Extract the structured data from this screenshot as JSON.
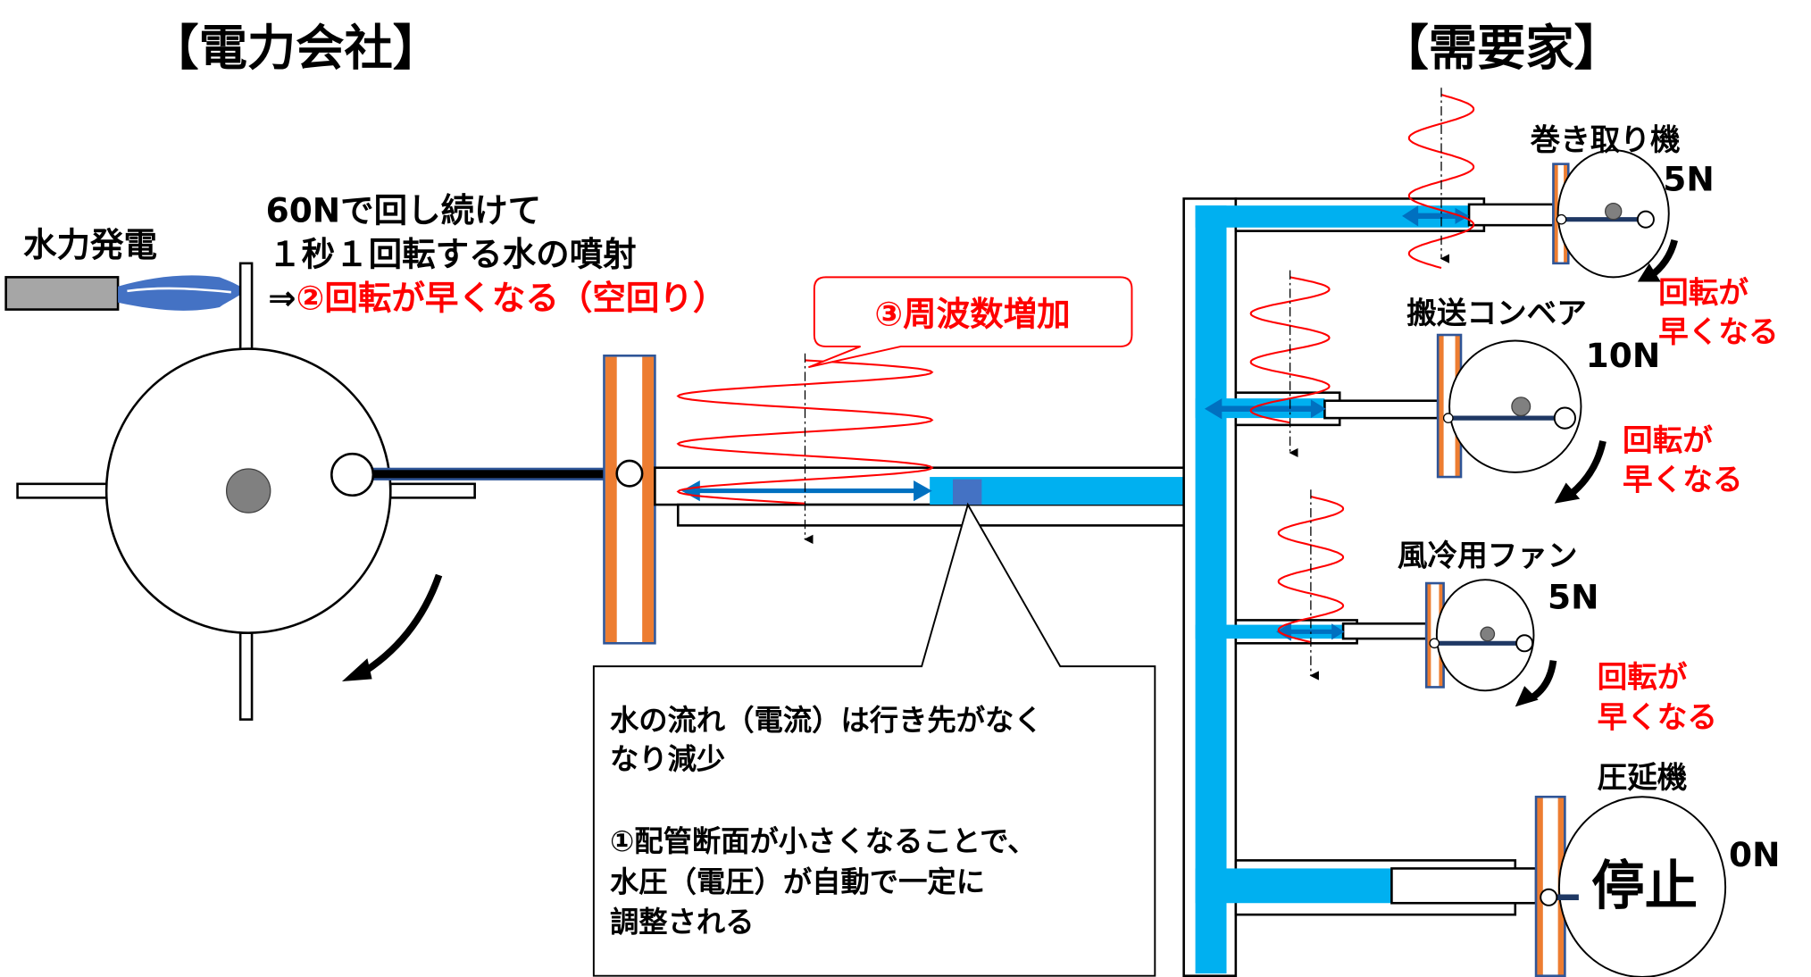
{
  "titles": {
    "power_company": "【電力会社】",
    "consumer": "【需要家】"
  },
  "generator": {
    "label": "水力発電",
    "line1": "60Nで回し続けて",
    "line2": "１秒１回転する水の噴射",
    "line3_prefix": "⇒",
    "line3_red": "②回転が早くなる（空回り）"
  },
  "callout_frequency": "③周波数増加",
  "note_box": {
    "line1": "水の流れ（電流）は行き先がなく",
    "line2": "なり減少",
    "line3": "①配管断面が小さくなることで、",
    "line4": "水圧（電圧）が自動で一定に",
    "line5": "調整される"
  },
  "loads": [
    {
      "name": "巻き取り機",
      "force": "5N",
      "status1": "回転が",
      "status2": "早くなる"
    },
    {
      "name": "搬送コンベア",
      "force": "10N",
      "status1": "回転が",
      "status2": "早くなる"
    },
    {
      "name": "風冷用ファン",
      "force": "5N",
      "status1": "回転が",
      "status2": "早くなる"
    },
    {
      "name": "圧延機",
      "force": "0N",
      "stopped": "停止"
    }
  ],
  "colors": {
    "water": "#00b0f0",
    "arrow": "#0070c0",
    "accent": "#ff0000",
    "plate": "#ed7d31"
  }
}
